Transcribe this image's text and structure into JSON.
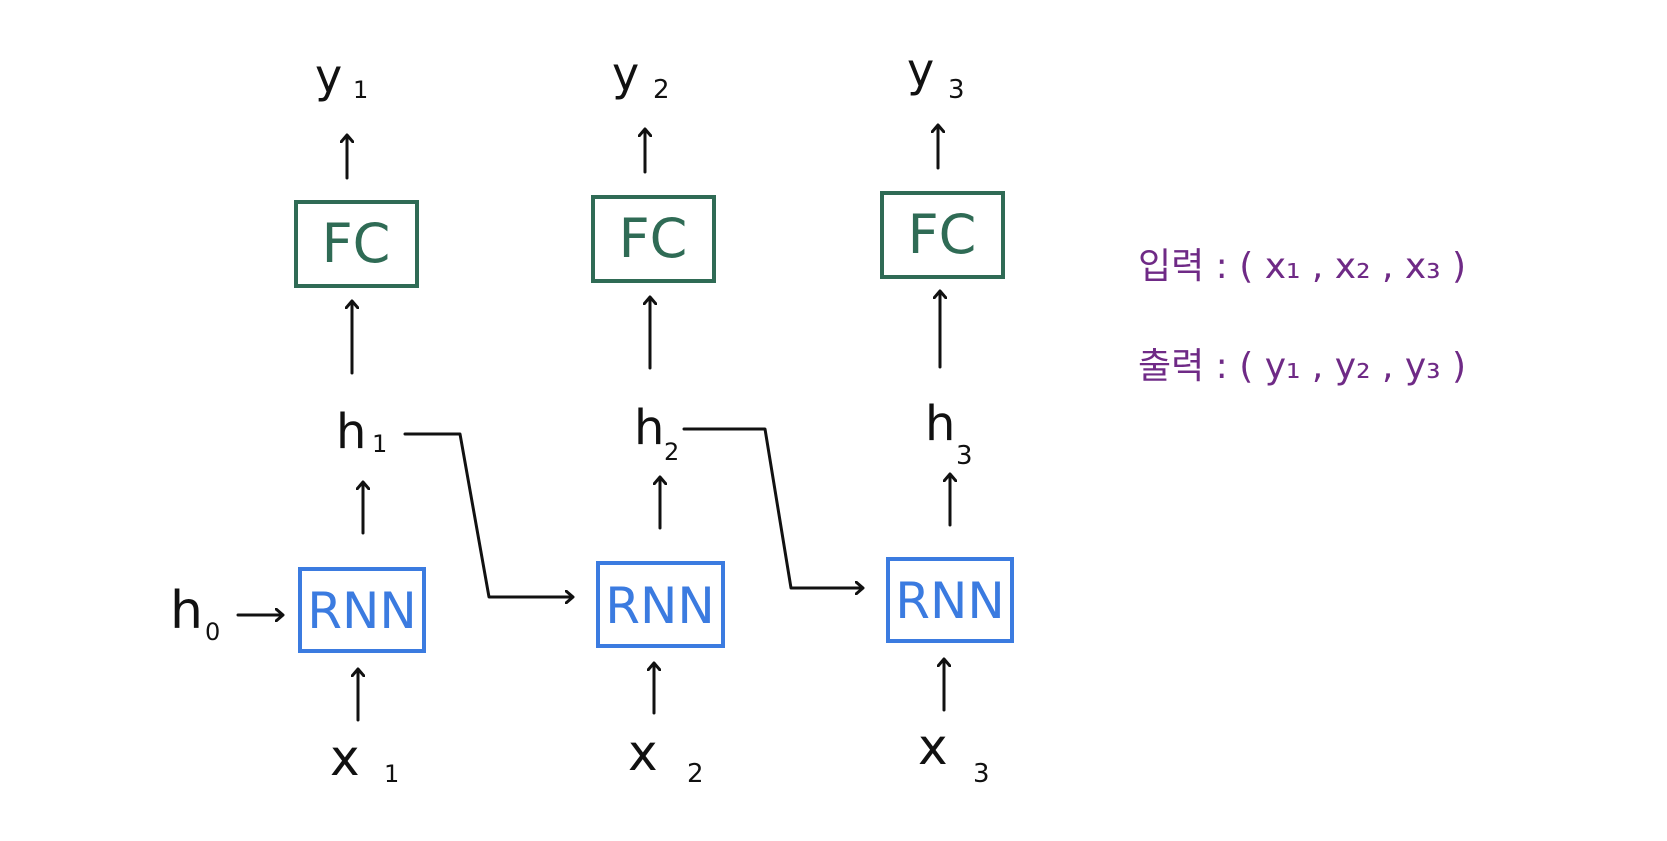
{
  "colors": {
    "ink": "#111111",
    "fc": "#2f6b55",
    "rnn": "#3b7be0",
    "note": "#6f2a86"
  },
  "columns": [
    {
      "input": "x",
      "input_sub": "1",
      "rnn_label": "RNN",
      "hidden": "h",
      "hidden_sub": "1",
      "fc_label": "FC",
      "output": "y",
      "output_sub": "1"
    },
    {
      "input": "x",
      "input_sub": "2",
      "rnn_label": "RNN",
      "hidden": "h",
      "hidden_sub": "2",
      "fc_label": "FC",
      "output": "y",
      "output_sub": "2"
    },
    {
      "input": "x",
      "input_sub": "3",
      "rnn_label": "RNN",
      "hidden": "h",
      "hidden_sub": "3",
      "fc_label": "FC",
      "output": "y",
      "output_sub": "3"
    }
  ],
  "initial_state": {
    "symbol": "h",
    "sub": "0"
  },
  "notes": {
    "input_line": "입력 : ( x₁ , x₂ , x₃ )",
    "output_line": "출력 : ( y₁ , y₂ , y₃ )"
  }
}
